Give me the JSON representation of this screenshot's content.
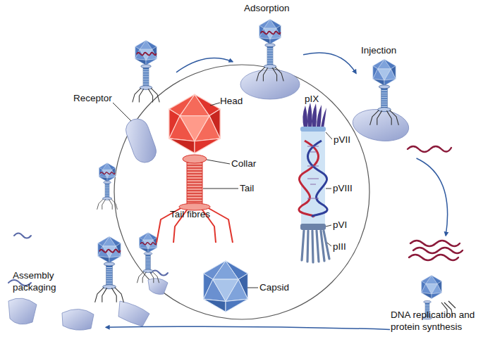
{
  "diagram": {
    "nodes": [
      {
        "text": [
          "Receptor"
        ]
      },
      {
        "text": [
          "Adsorption"
        ]
      },
      {
        "text": [
          "Injection"
        ]
      },
      {
        "text": [
          "DNA replication and protein synthesis"
        ]
      },
      {
        "text": [
          "Assembly packaging"
        ]
      }
    ],
    "edges": [
      {
        "from": 0,
        "to": 1,
        "arrow": "to"
      },
      {
        "from": 1,
        "to": 2,
        "arrow": "to"
      },
      {
        "from": 2,
        "to": 3,
        "arrow": "to"
      },
      {
        "from": 3,
        "to": 4,
        "arrow": "to"
      }
    ],
    "labels": [
      "Head",
      "Collar",
      "Tail",
      "Tail fibres",
      "pIX",
      "pVII",
      "pVIII",
      "pVI",
      "pIII",
      "Capsid"
    ]
  }
}
